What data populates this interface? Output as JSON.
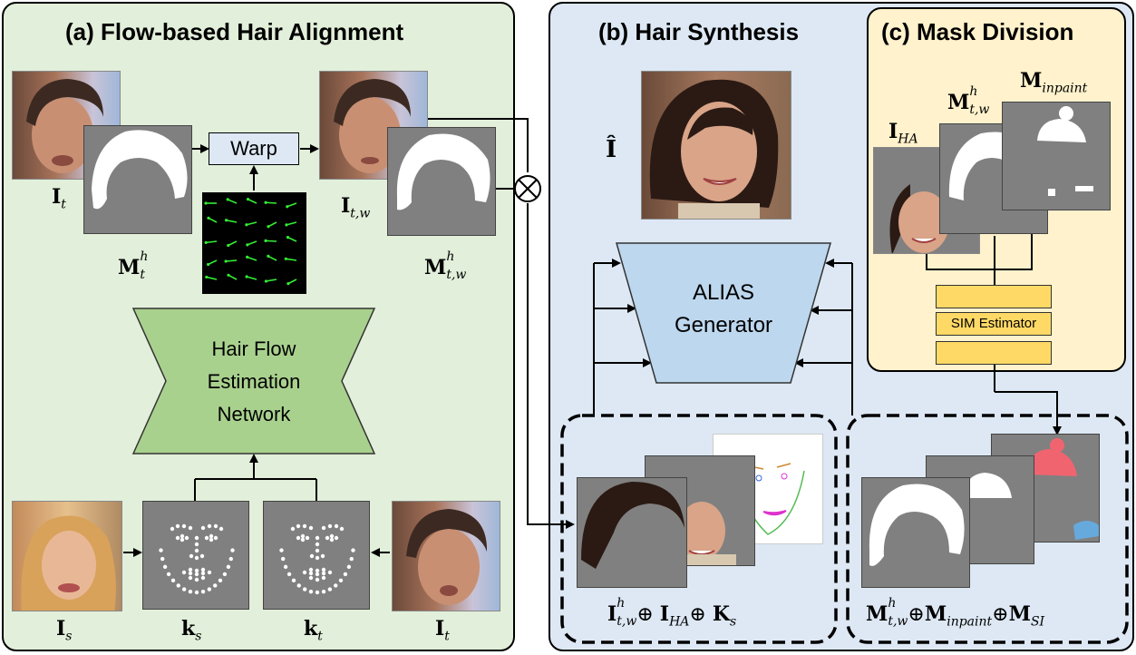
{
  "panels": {
    "a_title": "(a) Flow-based Hair Alignment",
    "b_title": "(b) Hair Synthesis",
    "c_title": "(c) Mask Division"
  },
  "blocks": {
    "warp": "Warp",
    "hfen_line1": "Hair Flow",
    "hfen_line2": "Estimation",
    "hfen_line3": "Network",
    "alias_line1": "ALIAS",
    "alias_line2": "Generator",
    "sim": "SIM Estimator"
  },
  "symbols": {
    "I": "I",
    "I_hat": "Î",
    "M": "M",
    "k": "k",
    "K": "K",
    "t": "t",
    "s": "s",
    "h": "h",
    "tw": "t,w",
    "HA": "HA",
    "inpaint": "inpaint",
    "SI": "SI",
    "oplus": "⊕"
  },
  "colors": {
    "panel_a_bg": "#e2efda",
    "panel_b_bg": "#dde8f4",
    "panel_c_bg": "#fff2cc",
    "network_green": "#a9d18e",
    "generator_blue": "#bdd7ee",
    "sim_yellow": "#ffd966",
    "mask_gray": "#808080",
    "flow_arrow": "#33ee33"
  }
}
